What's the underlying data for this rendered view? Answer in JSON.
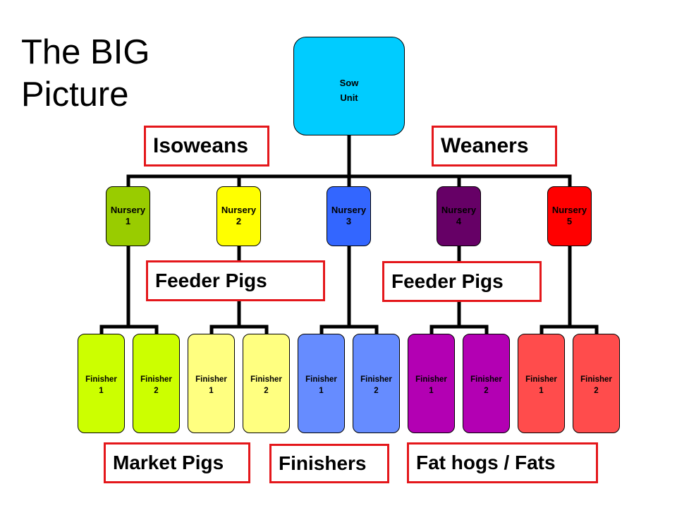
{
  "title": "The BIG\nPicture",
  "root": {
    "label": "Sow\nUnit",
    "color": "#00ccff"
  },
  "nurseries": [
    {
      "label": "Nursery\n1",
      "color": "#99cc00",
      "finishers": [
        {
          "label": "Finisher\n1",
          "color": "#ccff00"
        },
        {
          "label": "Finisher\n2",
          "color": "#ccff00"
        }
      ]
    },
    {
      "label": "Nursery\n2",
      "color": "#ffff00",
      "finishers": [
        {
          "label": "Finisher\n1",
          "color": "#ffff80"
        },
        {
          "label": "Finisher\n2",
          "color": "#ffff80"
        }
      ]
    },
    {
      "label": "Nursery\n3",
      "color": "#3366ff",
      "finishers": [
        {
          "label": "Finisher\n1",
          "color": "#668cff"
        },
        {
          "label": "Finisher\n2",
          "color": "#668cff"
        }
      ]
    },
    {
      "label": "Nursery\n4",
      "color": "#660066",
      "finishers": [
        {
          "label": "Finisher\n1",
          "color": "#b300b3"
        },
        {
          "label": "Finisher\n2",
          "color": "#b300b3"
        }
      ]
    },
    {
      "label": "Nursery\n5",
      "color": "#ff0000",
      "finishers": [
        {
          "label": "Finisher\n1",
          "color": "#ff4c4c"
        },
        {
          "label": "Finisher\n2",
          "color": "#ff4c4c"
        }
      ]
    }
  ],
  "callouts": {
    "isoweans": "Isoweans",
    "weaners": "Weaners",
    "feeder_left": "Feeder Pigs",
    "feeder_right": "Feeder Pigs",
    "market": "Market Pigs",
    "finishers": "Finishers",
    "fat_hogs": "Fat hogs / Fats"
  },
  "colors": {
    "callout_border": "#e4171b",
    "connector": "#000000"
  }
}
